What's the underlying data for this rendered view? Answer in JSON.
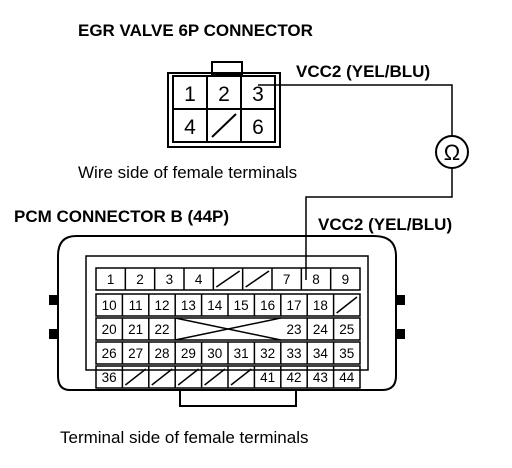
{
  "egr": {
    "title": "EGR VALVE 6P CONNECTOR",
    "vcc2_label": "VCC2 (YEL/BLU)",
    "caption": "Wire side of female terminals",
    "pins": {
      "p1": "1",
      "p2": "2",
      "p3": "3",
      "p4": "4",
      "p6": "6"
    },
    "empty_slots": [
      "5"
    ]
  },
  "meter": {
    "symbol": "Ω",
    "icon": "ohmmeter-icon"
  },
  "pcm": {
    "title": "PCM CONNECTOR B (44P)",
    "vcc2_label": "VCC2 (YEL/BLU)",
    "caption": "Terminal side of female terminals",
    "rows": [
      [
        "1",
        "2",
        "3",
        "4",
        "",
        "",
        "7",
        "8",
        "9"
      ],
      [
        "10",
        "11",
        "12",
        "13",
        "14",
        "15",
        "16",
        "17",
        "18",
        ""
      ],
      [
        "20",
        "21",
        "22",
        "",
        "",
        "",
        "",
        "23",
        "24",
        "25"
      ],
      [
        "26",
        "27",
        "28",
        "29",
        "30",
        "31",
        "32",
        "33",
        "34",
        "35"
      ],
      [
        "36",
        "",
        "",
        "",
        "",
        "",
        "41",
        "42",
        "43",
        "44"
      ]
    ],
    "probed_pin": "8"
  }
}
